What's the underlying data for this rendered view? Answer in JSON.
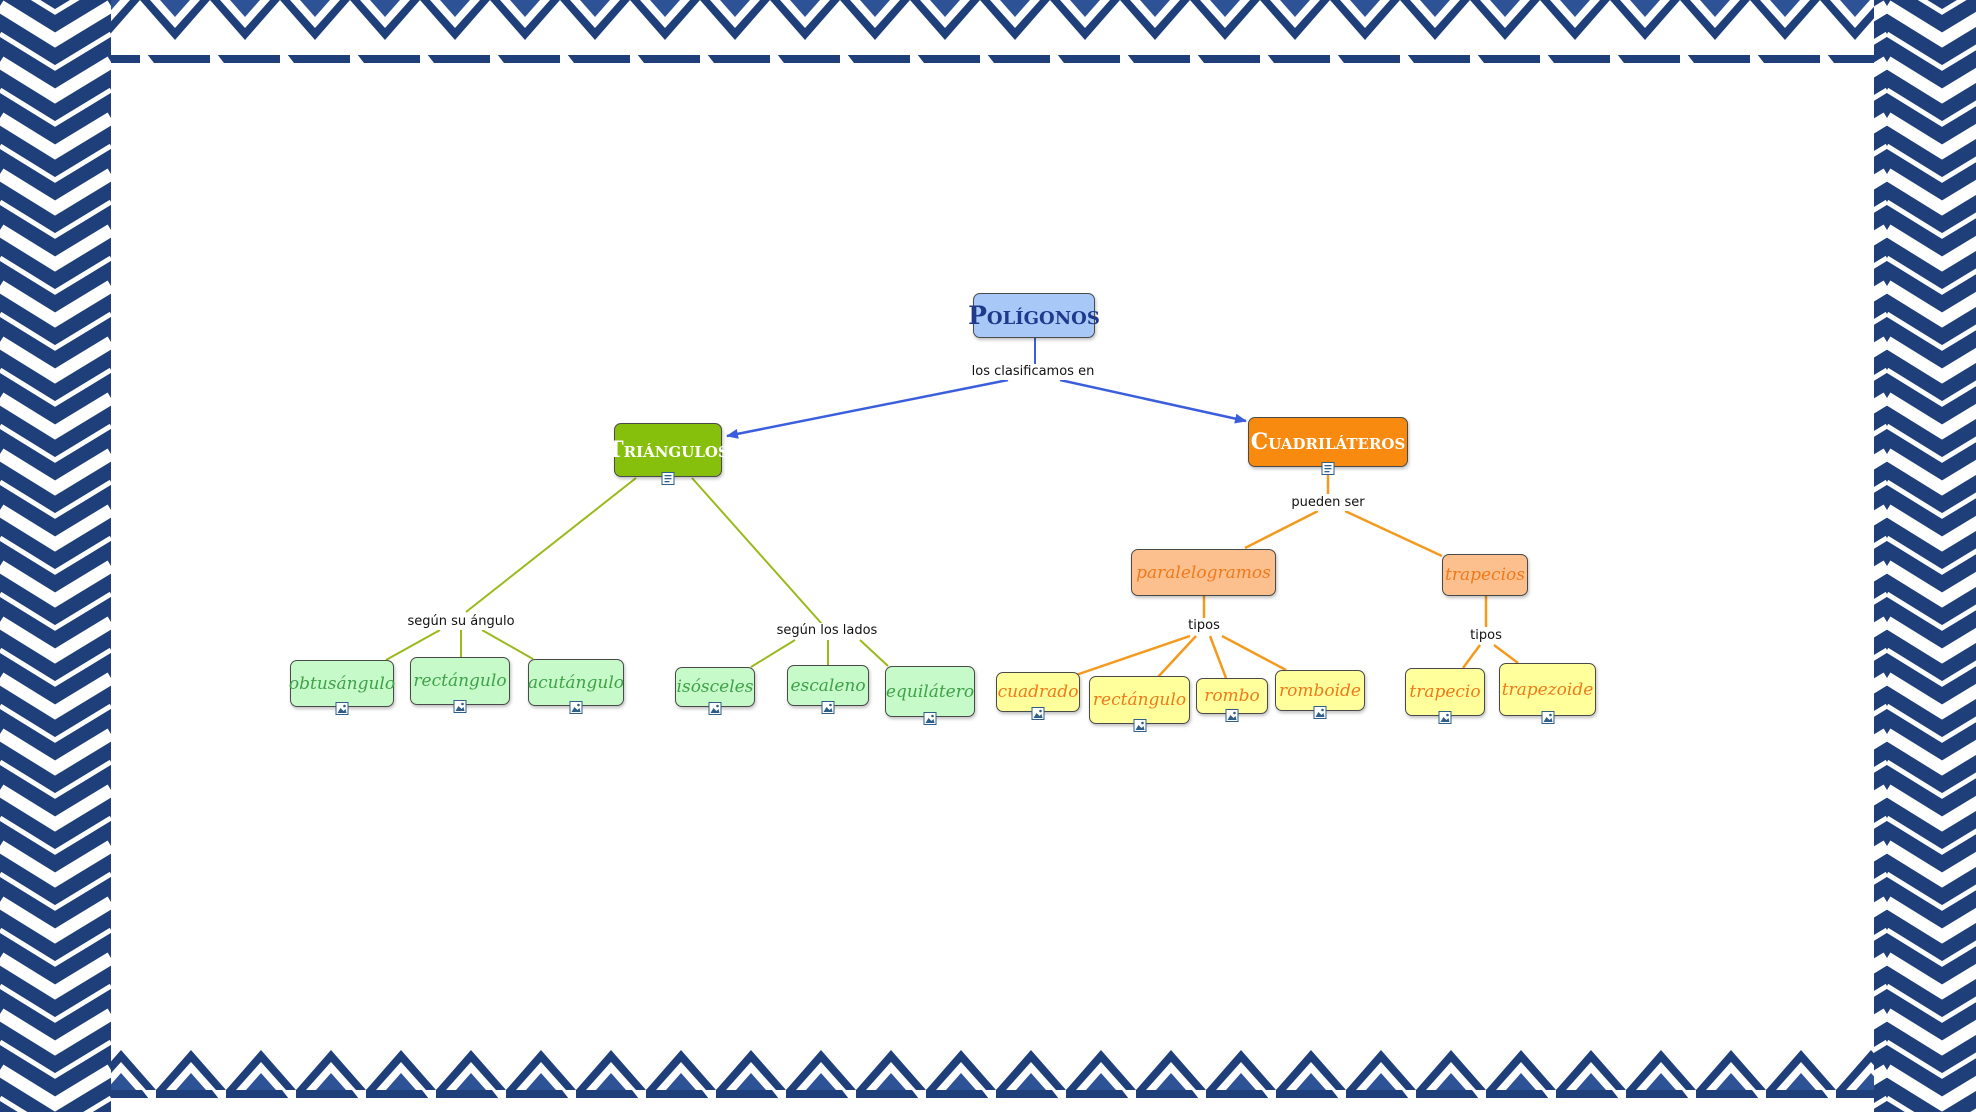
{
  "colors": {
    "frame_dark": "#1f3f7a",
    "frame_light": "#ffffff",
    "root_fill": "#a8c8f8",
    "root_text": "#1f3a8c",
    "arrow_blue": "#3b5fdc",
    "tri_fill": "#86c00c",
    "tri_line": "#9ab91a",
    "tri_leaf_fill": "#c6fac8",
    "tri_leaf_text": "#3fa24a",
    "quad_fill": "#f88a10",
    "quad_line": "#f39a1f",
    "quad_mid_fill": "#fcc08f",
    "quad_leaf_fill": "#ffff9c",
    "quad_text": "#f07a1a"
  },
  "nodes": {
    "root": "Polígonos",
    "triangles": "Triángulos",
    "quads": "Cuadriláteros",
    "parallelograms": "paralelogramos",
    "trapezoids": "trapecios",
    "obtuse": "obtusángulo",
    "right": "rectángulo",
    "acute": "acutángulo",
    "isosceles": "isósceles",
    "scalene": "escaleno",
    "equilateral": "equilátero",
    "square": "cuadrado",
    "rectangle": "rectángulo",
    "rhombus": "rombo",
    "rhomboid": "romboide",
    "trapezium": "trapecio",
    "trapezoid": "trapezoide"
  },
  "links": {
    "classified_in": "los clasificamos en",
    "by_angle": "según su ángulo",
    "by_sides": "según los lados",
    "can_be": "pueden ser",
    "types_parallelograms": "tipos",
    "types_trapezoids": "tipos"
  },
  "icons": {
    "note": "note-icon",
    "image": "image-icon"
  }
}
